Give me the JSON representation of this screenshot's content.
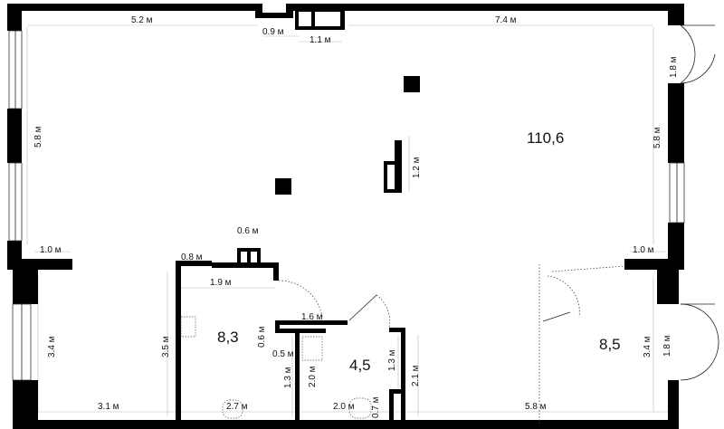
{
  "plan": {
    "rooms": [
      {
        "id": "main-hall",
        "area": "110,6"
      },
      {
        "id": "office",
        "area": "8,3"
      },
      {
        "id": "washroom",
        "area": "4,5"
      },
      {
        "id": "side-room",
        "area": "8,5"
      }
    ],
    "dimensions": [
      "5.2 м",
      "0.9 м",
      "1.1 м",
      "7.4 м",
      "1.8 м",
      "5.8 м",
      "5.8 м",
      "1.2 м",
      "0.6 м",
      "1.0 м",
      "1.0 м",
      "0.8 м",
      "1.9 м",
      "1.6 м",
      "0.6 м",
      "0.5 м",
      "3.5 м",
      "3.4 м",
      "1.3 м",
      "2.0 м",
      "1.3 м",
      "2.1 м",
      "3.4 м",
      "1.8 м",
      "3.1 м",
      "2.7 м",
      "2.0 м",
      "0.7 м",
      "5.8 м"
    ]
  }
}
